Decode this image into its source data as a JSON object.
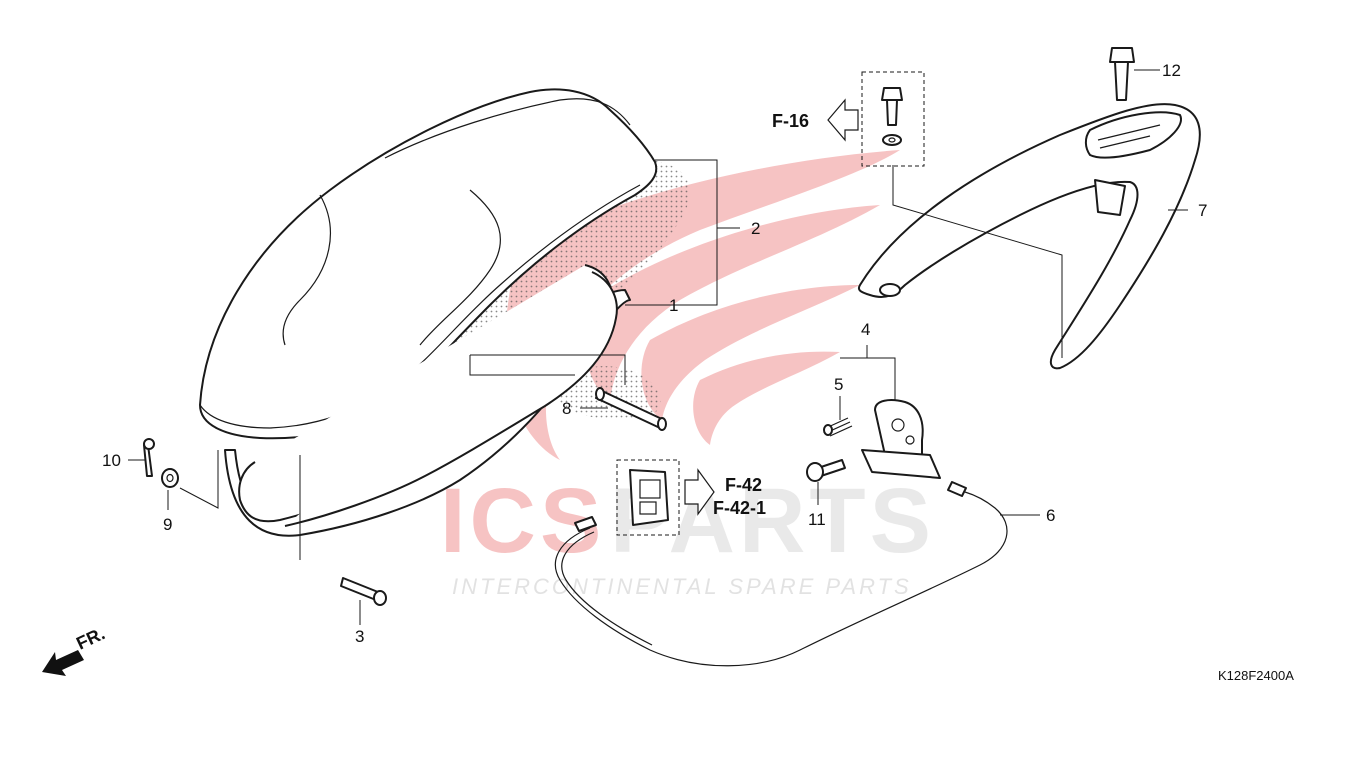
{
  "watermark": {
    "brand_left": "ICS",
    "brand_right": "PARTS",
    "tagline": "INTERCONTINENTAL SPARE PARTS",
    "red": "#e23a3a",
    "grey": "#d8d8d8"
  },
  "callouts": {
    "p1": "1",
    "p2": "2",
    "p3": "3",
    "p4": "4",
    "p5": "5",
    "p6": "6",
    "p7": "7",
    "p8": "8",
    "p9": "9",
    "p10": "10",
    "p11": "11",
    "p12": "12"
  },
  "refs": {
    "f16": "F-16",
    "f42": "F-42",
    "f42_1": "F-42-1"
  },
  "front_label": "FR.",
  "diagram_code": "K128F2400A",
  "icons": {
    "front": "front-direction-arrow-icon",
    "ref_left": "reference-arrow-left-icon",
    "ref_right": "reference-arrow-right-icon"
  }
}
